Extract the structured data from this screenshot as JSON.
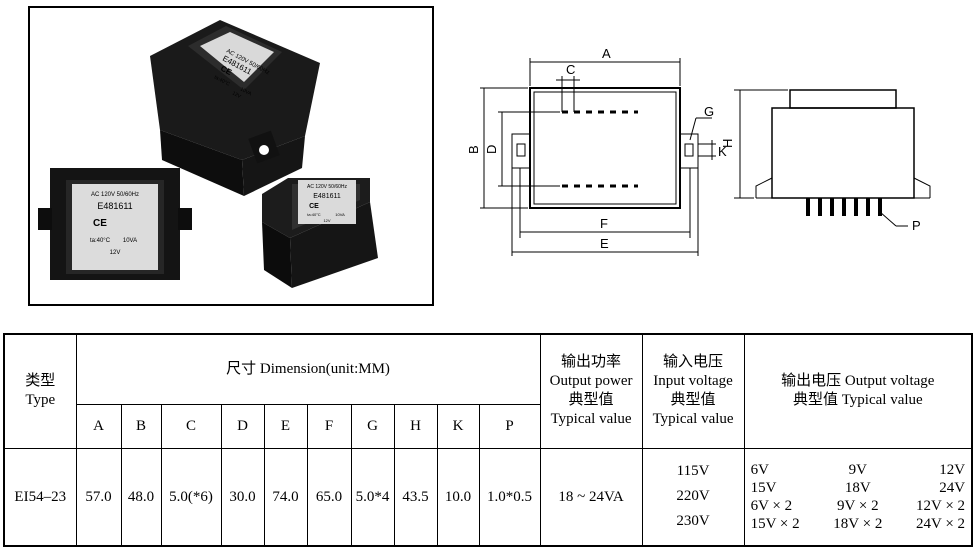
{
  "photo": {
    "label_top": {
      "rating": "AC 120V 50/60Hz",
      "code": "E481611",
      "mark": "CE",
      "temp": "ta:40°C",
      "power": "10VA",
      "volt": "12V"
    },
    "label_front": {
      "rating": "AC 120V 50/60Hz",
      "code": "E481611",
      "mark": "CE",
      "temp": "ta:40°C",
      "power": "10VA",
      "volt": "12V"
    },
    "label_right": {
      "rating": "AC 120V 50/60Hz",
      "code": "E481611",
      "mark": "CE",
      "temp": "ta:40°C",
      "power": "10VA",
      "volt": "12V"
    }
  },
  "drawing": {
    "labels": {
      "A": "A",
      "B": "B",
      "C": "C",
      "D": "D",
      "E": "E",
      "F": "F",
      "G": "G",
      "H": "H",
      "K": "K",
      "P": "P"
    }
  },
  "table": {
    "type_cn": "类型",
    "type_en": "Type",
    "dimension_header": "尺寸 Dimension(unit:MM)",
    "columns": [
      "A",
      "B",
      "C",
      "D",
      "E",
      "F",
      "G",
      "H",
      "K",
      "P"
    ],
    "power_header": [
      "输出功率",
      "Output power",
      "典型值",
      "Typical value"
    ],
    "input_header": [
      "输入电压",
      "Input voltage",
      "典型值",
      "Typical value"
    ],
    "output_header": [
      "输出电压 Output voltage",
      "典型值 Typical value"
    ],
    "row": {
      "type": "EI54–23",
      "values": [
        "57.0",
        "48.0",
        "5.0(*6)",
        "30.0",
        "74.0",
        "65.0",
        "5.0*4",
        "43.5",
        "10.0",
        "1.0*0.5"
      ],
      "power": "18 ~ 24VA",
      "input_voltages": [
        "115V",
        "220V",
        "230V"
      ],
      "output_voltages": [
        "6V",
        "9V",
        "12V",
        "15V",
        "18V",
        "24V",
        "6V × 2",
        "9V × 2",
        "12V × 2",
        "15V × 2",
        "18V × 2",
        "24V × 2"
      ]
    }
  }
}
